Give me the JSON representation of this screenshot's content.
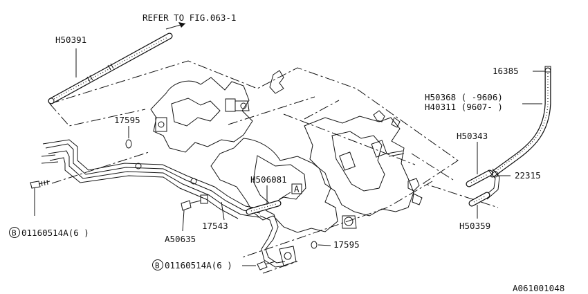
{
  "labels": {
    "refer": "REFER TO FIG.063-1",
    "p_h50391": "H50391",
    "p_17595_top": "17595",
    "p_16385": "16385",
    "p_h50368": "H50368 (     -9606)",
    "p_h40311": "H40311 (9607-     )",
    "p_h50343": "H50343",
    "p_22315": "22315",
    "p_h50359": "H50359",
    "p_h506081": "H506081",
    "p_box_a": "A",
    "p_b_left": "01160514A(6 )",
    "p_b_bottom": "01160514A(6 )",
    "p_a50635": "A50635",
    "p_17543": "17543",
    "p_17595_bottom": "17595",
    "circle_b": "B",
    "figure_code": "A061001048"
  }
}
